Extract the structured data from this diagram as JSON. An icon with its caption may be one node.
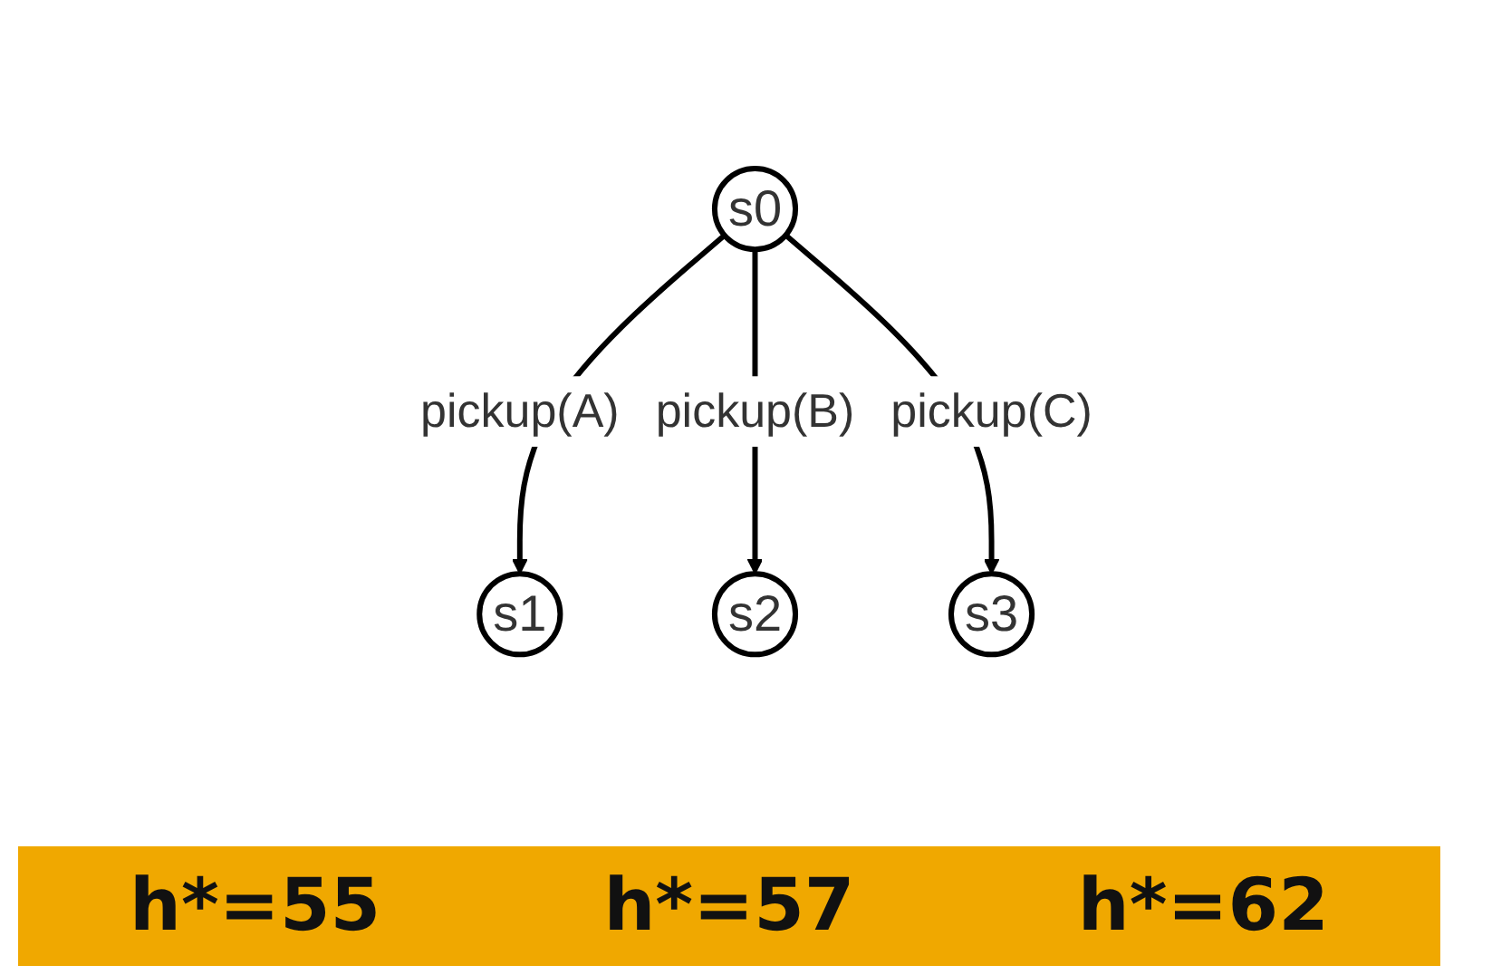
{
  "diagram": {
    "nodes": [
      {
        "text": [
          "s0"
        ]
      },
      {
        "text": [
          "s1"
        ]
      },
      {
        "text": [
          "s2"
        ]
      },
      {
        "text": [
          "s3"
        ]
      }
    ],
    "edges": [
      {
        "from": 0,
        "to": 1,
        "label": "pickup(A)",
        "arrow": "to"
      },
      {
        "from": 0,
        "to": 2,
        "label": "pickup(B)",
        "arrow": "to"
      },
      {
        "from": 0,
        "to": 3,
        "label": "pickup(C)",
        "arrow": "to"
      }
    ],
    "labels": [
      "h*=55",
      "h*=57",
      "h*=62"
    ]
  }
}
